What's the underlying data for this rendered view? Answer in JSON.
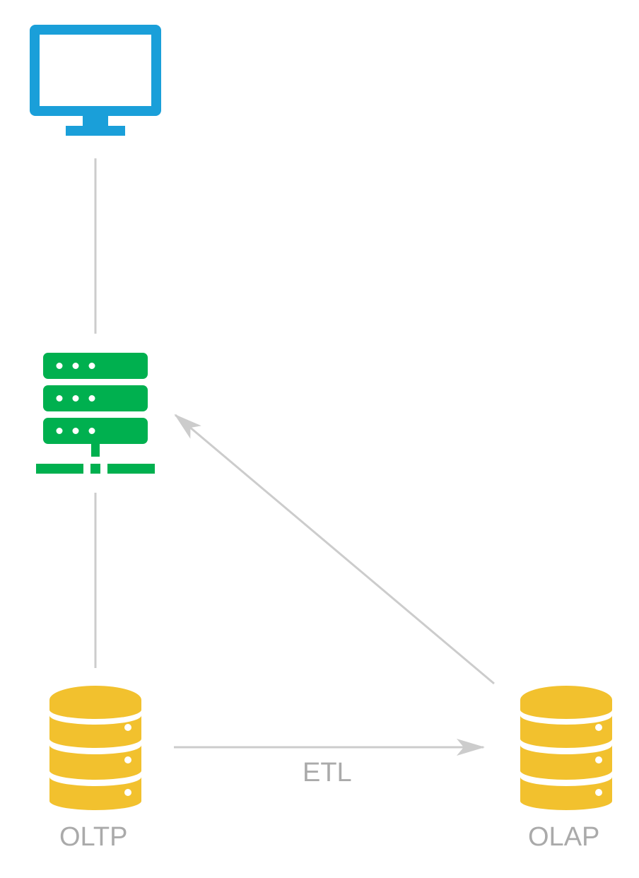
{
  "nodes": {
    "client": {
      "icon": "monitor-icon"
    },
    "server": {
      "icon": "server-icon"
    },
    "oltp": {
      "icon": "database-icon",
      "label": "OLTP"
    },
    "olap": {
      "icon": "database-icon",
      "label": "OLAP"
    }
  },
  "edges": {
    "etl": {
      "label": "ETL",
      "from": "oltp",
      "to": "olap",
      "arrow": true
    },
    "olap_to_server": {
      "from": "olap",
      "to": "server",
      "arrow": true
    },
    "client_server": {
      "from": "client",
      "to": "server",
      "arrow": false
    },
    "server_oltp": {
      "from": "server",
      "to": "oltp",
      "arrow": false
    }
  },
  "colors": {
    "monitor": "#1a9fd9",
    "server": "#00b04f",
    "database": "#f2c12e",
    "edge": "#cccccc",
    "label": "#aaaaaa",
    "background": "#ffffff"
  }
}
